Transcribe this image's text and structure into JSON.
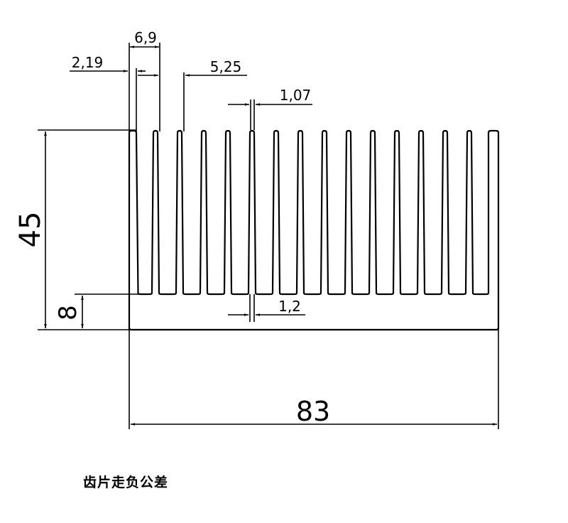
{
  "dimensions": {
    "width_total": "83",
    "height_total": "45",
    "base_thickness": "8",
    "fin_pitch": "6,9",
    "edge_fin_thickness": "2,19",
    "gap_width": "5,25",
    "fin_tip_thickness": "1,07",
    "fin_root_thickness": "1,2"
  },
  "note": "齿片走负公差"
}
